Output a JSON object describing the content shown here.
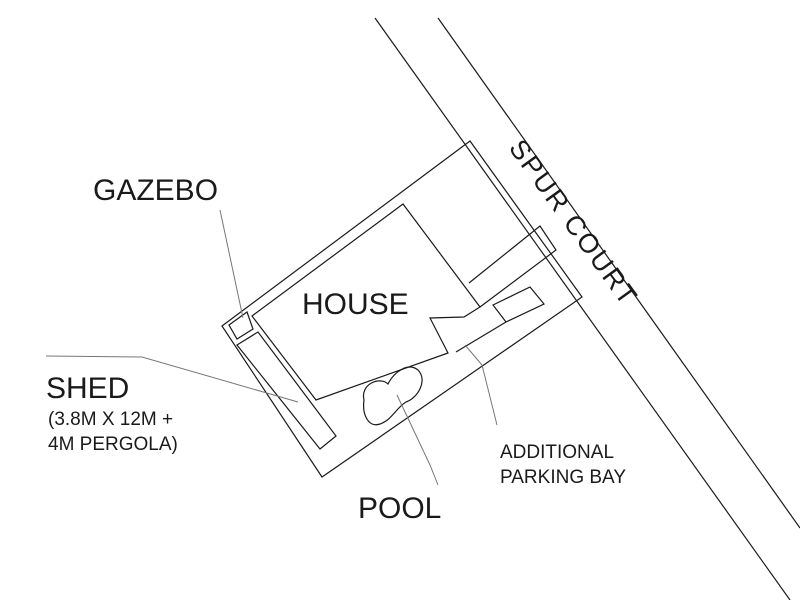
{
  "labels": {
    "street": "SPUR COURT",
    "house": "HOUSE",
    "gazebo": "GAZEBO",
    "shed": "SHED",
    "shed_detail_line1": "(3.8M X 12M +",
    "shed_detail_line2": "4M PERGOLA)",
    "pool": "POOL",
    "parking_line1": "ADDITIONAL",
    "parking_line2": "PARKING BAY"
  }
}
